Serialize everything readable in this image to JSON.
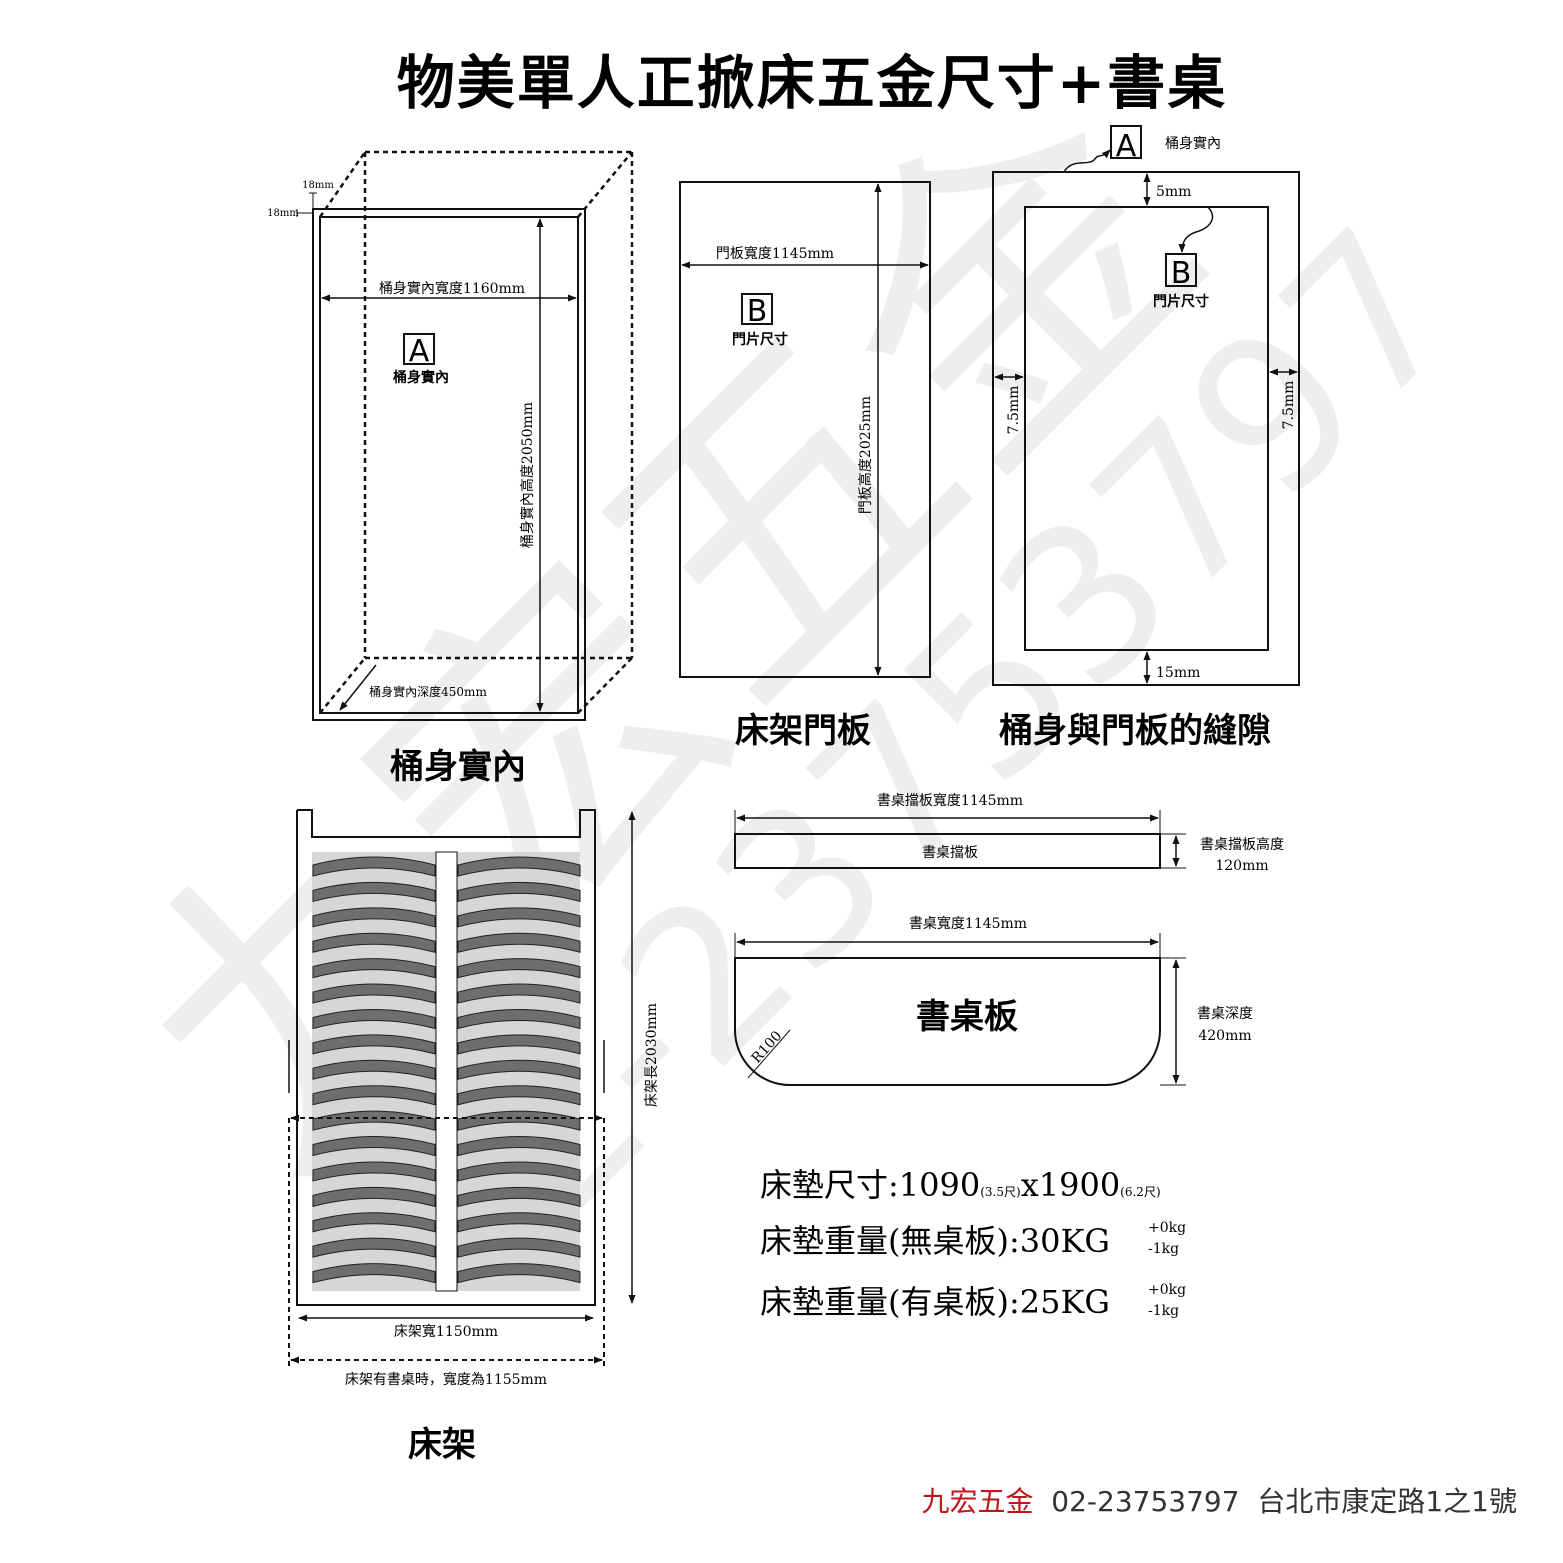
{
  "title": "物美單人正掀床五金尺寸+書桌",
  "cabinet": {
    "dim_18_top": "18mm",
    "dim_18_left": "18mm",
    "width_label": "桶身實內寬度1160mm",
    "box_letter": "A",
    "box_text": "桶身實內",
    "height_label": "桶身實內高度2050mm",
    "depth_label": "桶身實內深度450mm",
    "caption": "桶身實內"
  },
  "door": {
    "width_label": "門板寬度1145mm",
    "box_letter": "B",
    "box_text": "門片尺寸",
    "height_label": "門板高度2025mm",
    "caption": "床架門板"
  },
  "gap": {
    "a_letter": "A",
    "a_text": "桶身實內",
    "top": "5mm",
    "b_letter": "B",
    "b_text": "門片尺寸",
    "left": "7.5mm",
    "right": "7.5mm",
    "bottom": "15mm",
    "caption": "桶身與門板的縫隙"
  },
  "frame": {
    "length_label": "床架長2030mm",
    "width_label": "床架寬1150mm",
    "desk_width_label": "床架有書桌時，寬度為1155mm",
    "caption": "床架",
    "slat_count": 17
  },
  "desk_panel": {
    "width_label": "書桌擋板寬度1145mm",
    "name": "書桌擋板",
    "height_label": "書桌擋板高度",
    "height_value": "120mm"
  },
  "desk_board": {
    "width_label": "書桌寬度1145mm",
    "name": "書桌板",
    "radius": "R100",
    "depth_label": "書桌深度",
    "depth_value": "420mm"
  },
  "specs": {
    "size_prefix": "床墊尺寸:",
    "size_a": "1090",
    "size_a_note": "(3.5尺)",
    "size_x": "x1900",
    "size_b_note": "(6.2尺)",
    "weight1_prefix": "床墊重量(無桌板):",
    "weight1_value": "30KG",
    "weight2_prefix": "床墊重量(有桌板):",
    "weight2_value": "25KG",
    "tol_plus": "+0kg",
    "tol_minus": "-1kg"
  },
  "watermark": {
    "brand": "九宏五金",
    "phone": "02-23753797"
  },
  "footer": {
    "brand": "九宏五金",
    "phone": "02-23753797",
    "address": "台北市康定路1之1號"
  },
  "colors": {
    "brand_red": "#c0161d",
    "slat_dark": "#6e6e6e",
    "slat_light": "#d6d6d6",
    "watermark": "#f0f0f0"
  }
}
